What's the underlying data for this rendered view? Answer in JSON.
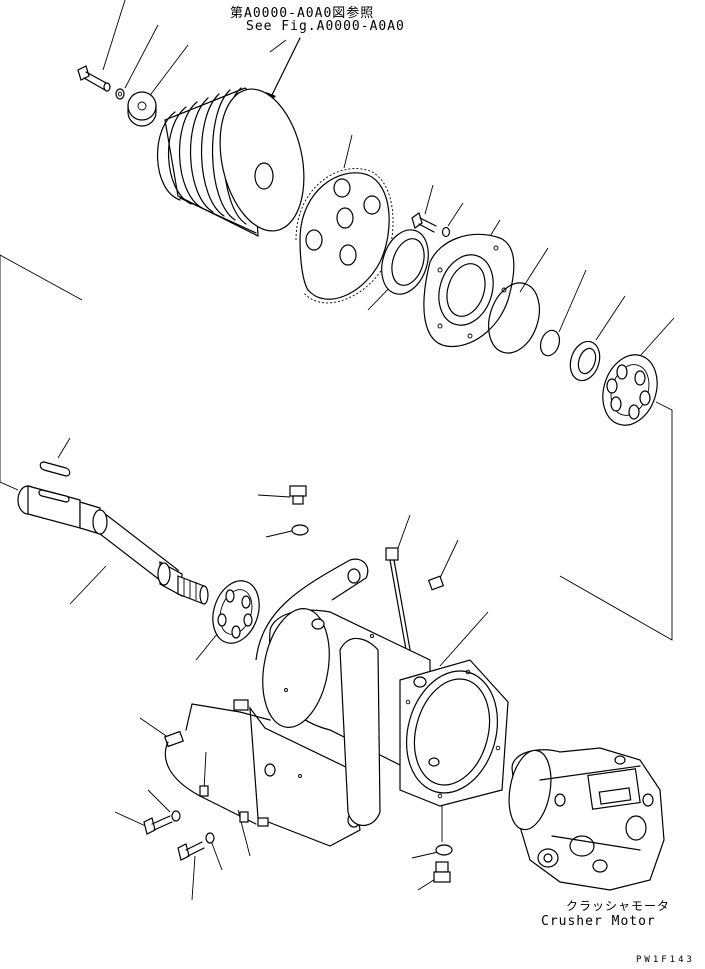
{
  "reference": {
    "jp": "第A0000-A0A0図参照",
    "en": "See Fig.A0000-A0A0"
  },
  "motor_label": {
    "jp": "クラッシャモータ",
    "en": "Crusher Motor"
  },
  "figure_code": "PW1F143"
}
